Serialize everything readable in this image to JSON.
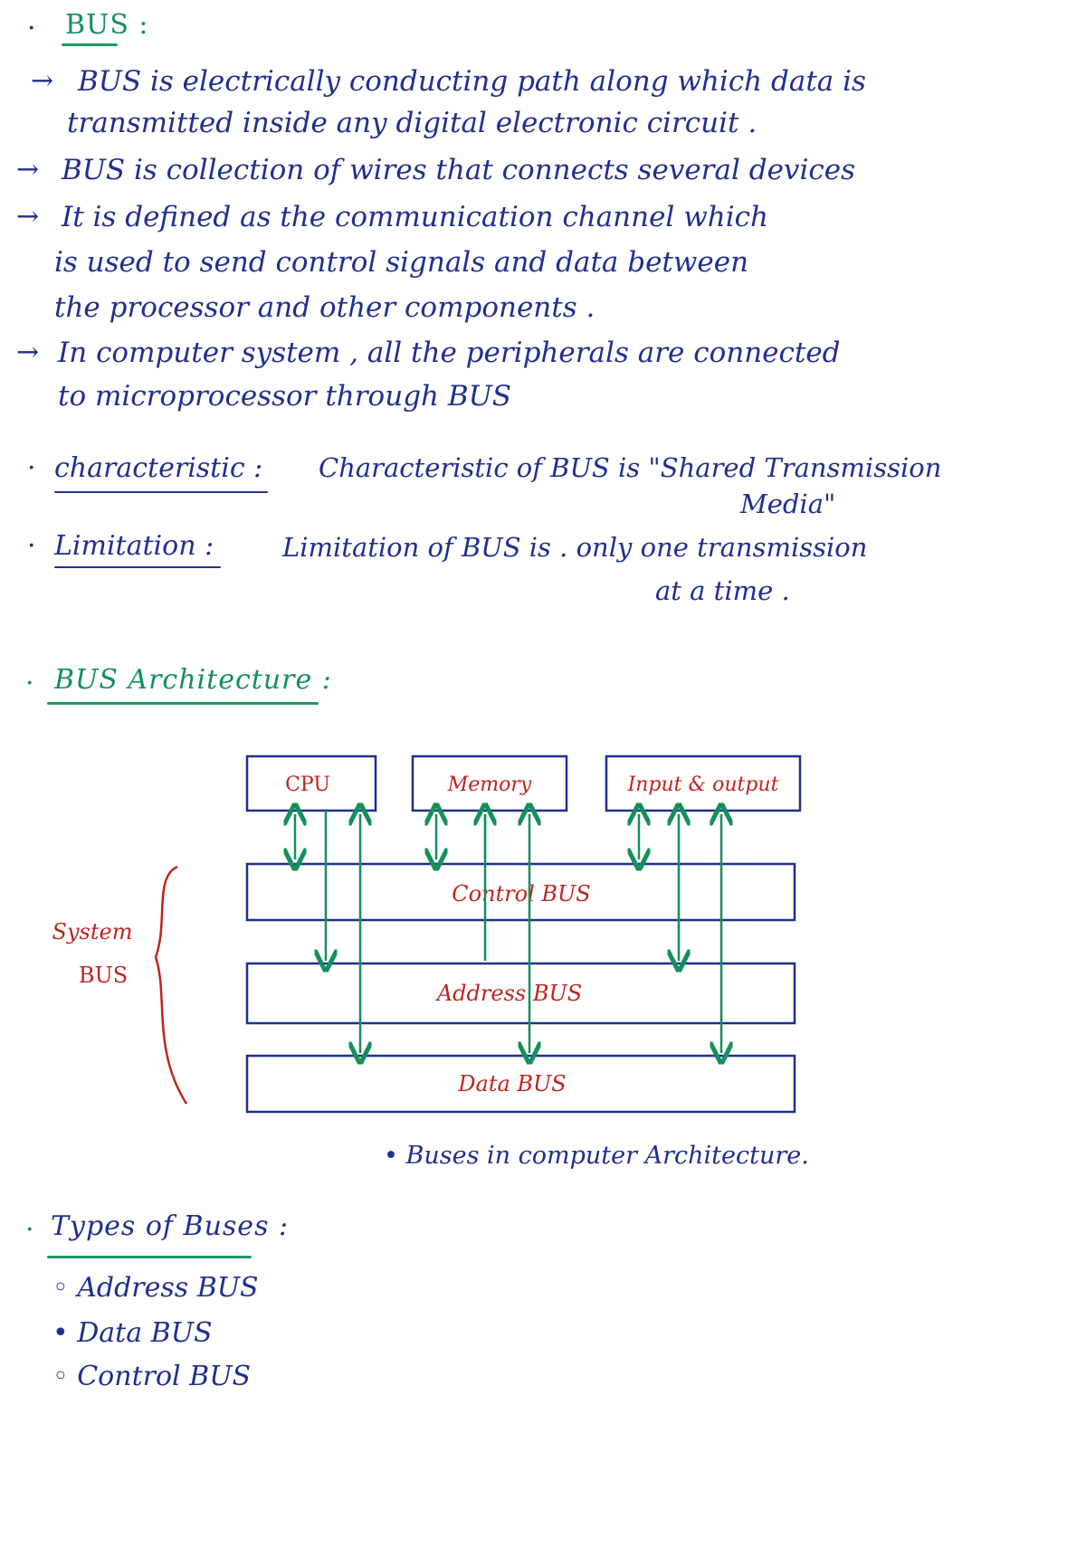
{
  "header": {
    "bullet": "·",
    "title": "BUS :"
  },
  "bullets": {
    "arrow": "→",
    "b1_l1": "BUS is electrically conducting path along which data is",
    "b1_l2": "transmitted inside any digital electronic circuit .",
    "b2_l1": "BUS is collection of wires that connects several devices",
    "b3_l1": "It is defined as the communication channel which",
    "b3_l2": "is used to send control signals and data between",
    "b3_l3": "the processor and other components .",
    "b4_l1": "In computer system , all the peripherals are connected",
    "b4_l2": "to microprocessor through BUS"
  },
  "characteristic": {
    "label": "characteristic :",
    "text_l1": "Characteristic of BUS is \"Shared Transmission",
    "text_l2": "Media\""
  },
  "limitation": {
    "label": "Limitation :",
    "text_l1": "Limitation of BUS is . only one transmission",
    "text_l2": "at a time ."
  },
  "architecture": {
    "title": "BUS Architecture :"
  },
  "diagram": {
    "cpu": "CPU",
    "memory": "Memory",
    "io": "Input & output",
    "control_bus": "Control BUS",
    "address_bus": "Address BUS",
    "data_bus": "Data BUS",
    "system_l1": "System",
    "system_l2": "BUS",
    "caption": "• Buses in computer Architecture.",
    "colors": {
      "box": "#1f2f8f",
      "arrow": "#13905a",
      "label": "#c0241f"
    }
  },
  "types": {
    "title": "Types of Buses :",
    "items": [
      "◦ Address BUS",
      "• Data BUS",
      "◦ Control BUS"
    ]
  }
}
